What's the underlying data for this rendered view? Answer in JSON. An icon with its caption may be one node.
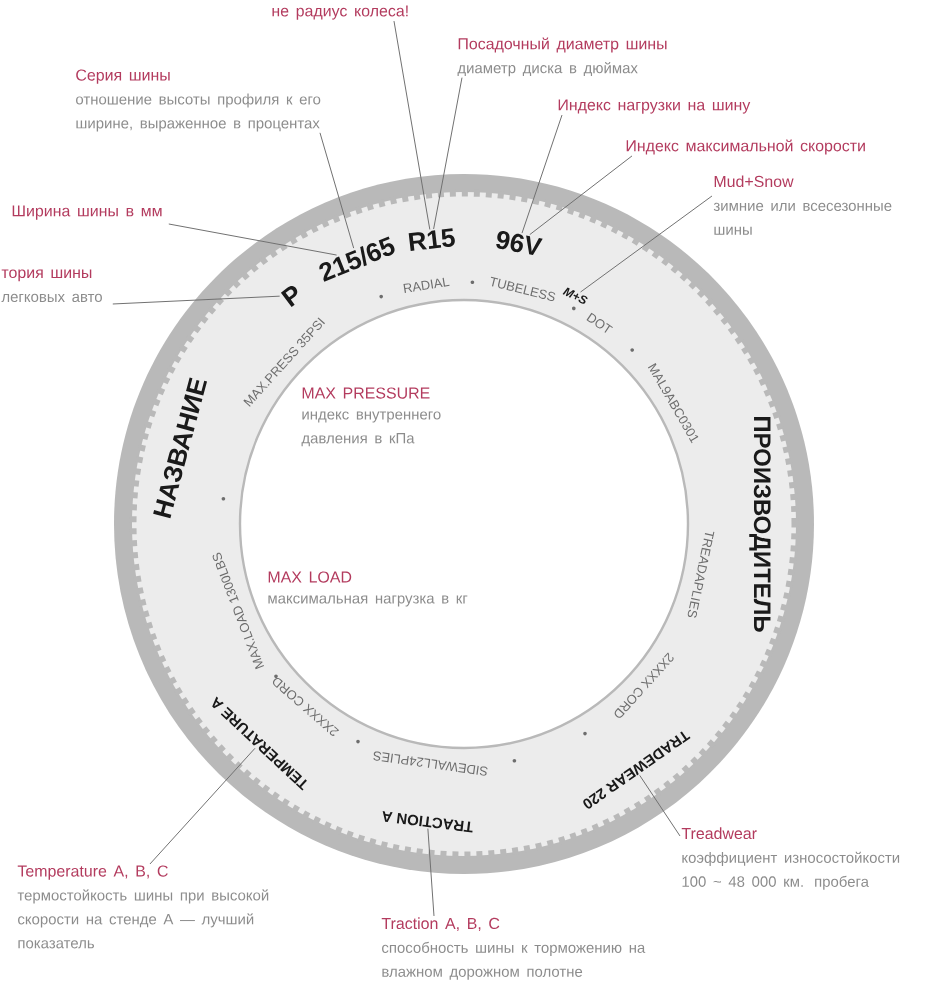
{
  "diagram": {
    "nodes": [
      {
        "text": [
          "не радиус колеса!"
        ]
      },
      {
        "text": [
          "Посадочный диаметр шины",
          "диаметр диска в дюймах"
        ]
      },
      {
        "text": [
          "Серия шины",
          "отношение высоты профиля к его ширине, выраженное в процентах"
        ]
      },
      {
        "text": [
          "Индекс нагрузки на шину"
        ]
      },
      {
        "text": [
          "Индекс максимальной скорости"
        ]
      },
      {
        "text": [
          "Mud+Snow",
          "зимние или всесезонные шины"
        ]
      },
      {
        "text": [
          "Ширина шины в мм"
        ]
      },
      {
        "text": [
          "тория шины",
          "легковых авто"
        ]
      },
      {
        "text": [
          "Treadwear",
          "коэффициент износостойкости 100 ~ 48 000 км. пробега"
        ]
      },
      {
        "text": [
          "Temperature A, B, C",
          "термостойкость шины при высокой скорости на стенде А — лучший показатель"
        ]
      },
      {
        "text": [
          "Traction A, B, C",
          "способность шины к торможению на влажном дорожном полотне"
        ]
      },
      {
        "text": [
          "TRADEWEAR 220"
        ]
      },
      {
        "text": [
          "TRACTION A"
        ]
      },
      {
        "text": [
          "TEMPERATURE A"
        ]
      },
      {
        "text": [
          "P"
        ]
      },
      {
        "text": [
          "215/65"
        ]
      },
      {
        "text": [
          "R15"
        ]
      },
      {
        "text": [
          "96V"
        ]
      },
      {
        "text": [
          "M+S"
        ]
      }
    ],
    "edges": [
      {
        "from": 0,
        "to": 16,
        "arrow": "none"
      },
      {
        "from": 1,
        "to": 16,
        "arrow": "none"
      },
      {
        "from": 2,
        "to": 15,
        "arrow": "none"
      },
      {
        "from": 3,
        "to": 17,
        "arrow": "none"
      },
      {
        "from": 4,
        "to": 17,
        "arrow": "none"
      },
      {
        "from": 5,
        "to": 18,
        "arrow": "none"
      },
      {
        "from": 6,
        "to": 15,
        "arrow": "none"
      },
      {
        "from": 7,
        "to": 14,
        "arrow": "none"
      },
      {
        "from": 8,
        "to": 11,
        "arrow": "none"
      },
      {
        "from": 9,
        "to": 13,
        "arrow": "none"
      },
      {
        "from": 10,
        "to": 12,
        "arrow": "none"
      }
    ],
    "labels": [
      "НАЗВАНИЕ",
      "RADIAL",
      "TUBELESS",
      "DOT",
      "MAL9ABC0301",
      "ПРОИЗВОДИТЕЛЬ",
      "MAX.PRESS 35PSI",
      "MAX PRESSURE",
      "индекс внутреннего давления в кПа",
      "MAX.LOAD 1300LBS",
      "MAX LOAD",
      "максимальная нагрузка в кг",
      "TREADAPLIES",
      "2XXXX CORD",
      "SIDEWALL24PLIES",
      "2XXXX CORD"
    ]
  }
}
